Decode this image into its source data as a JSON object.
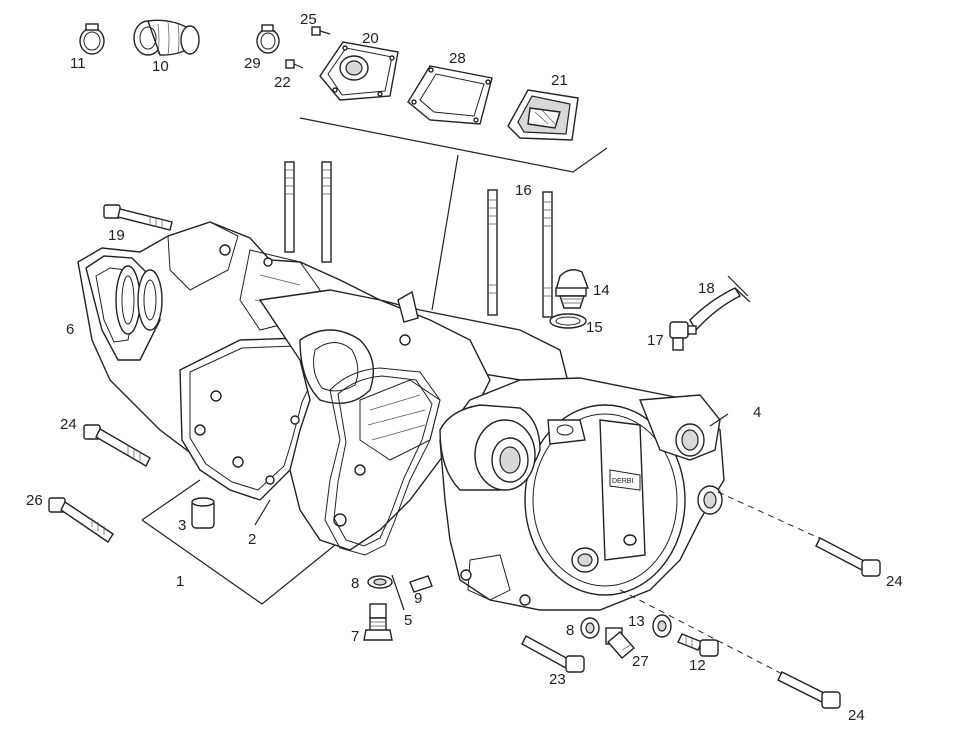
{
  "callouts": [
    {
      "id": "c11",
      "text": "11"
    },
    {
      "id": "c10",
      "text": "10"
    },
    {
      "id": "c29",
      "text": "29"
    },
    {
      "id": "c25",
      "text": "25"
    },
    {
      "id": "c22",
      "text": "22"
    },
    {
      "id": "c20",
      "text": "20"
    },
    {
      "id": "c28",
      "text": "28"
    },
    {
      "id": "c21",
      "text": "21"
    },
    {
      "id": "c16",
      "text": "16"
    },
    {
      "id": "c19",
      "text": "19"
    },
    {
      "id": "c14",
      "text": "14"
    },
    {
      "id": "c15",
      "text": "15"
    },
    {
      "id": "c18",
      "text": "18"
    },
    {
      "id": "c17",
      "text": "17"
    },
    {
      "id": "c6",
      "text": "6"
    },
    {
      "id": "c4",
      "text": "4"
    },
    {
      "id": "c24a",
      "text": "24"
    },
    {
      "id": "c26",
      "text": "26"
    },
    {
      "id": "c3",
      "text": "3"
    },
    {
      "id": "c2",
      "text": "2"
    },
    {
      "id": "c1",
      "text": "1"
    },
    {
      "id": "c8a",
      "text": "8"
    },
    {
      "id": "c9",
      "text": "9"
    },
    {
      "id": "c5",
      "text": "5"
    },
    {
      "id": "c7",
      "text": "7"
    },
    {
      "id": "c24b",
      "text": "24"
    },
    {
      "id": "c8b",
      "text": "8"
    },
    {
      "id": "c13",
      "text": "13"
    },
    {
      "id": "c27",
      "text": "27"
    },
    {
      "id": "c12",
      "text": "12"
    },
    {
      "id": "c23",
      "text": "23"
    },
    {
      "id": "c24c",
      "text": "24"
    }
  ],
  "cover_logo": "DERBI"
}
